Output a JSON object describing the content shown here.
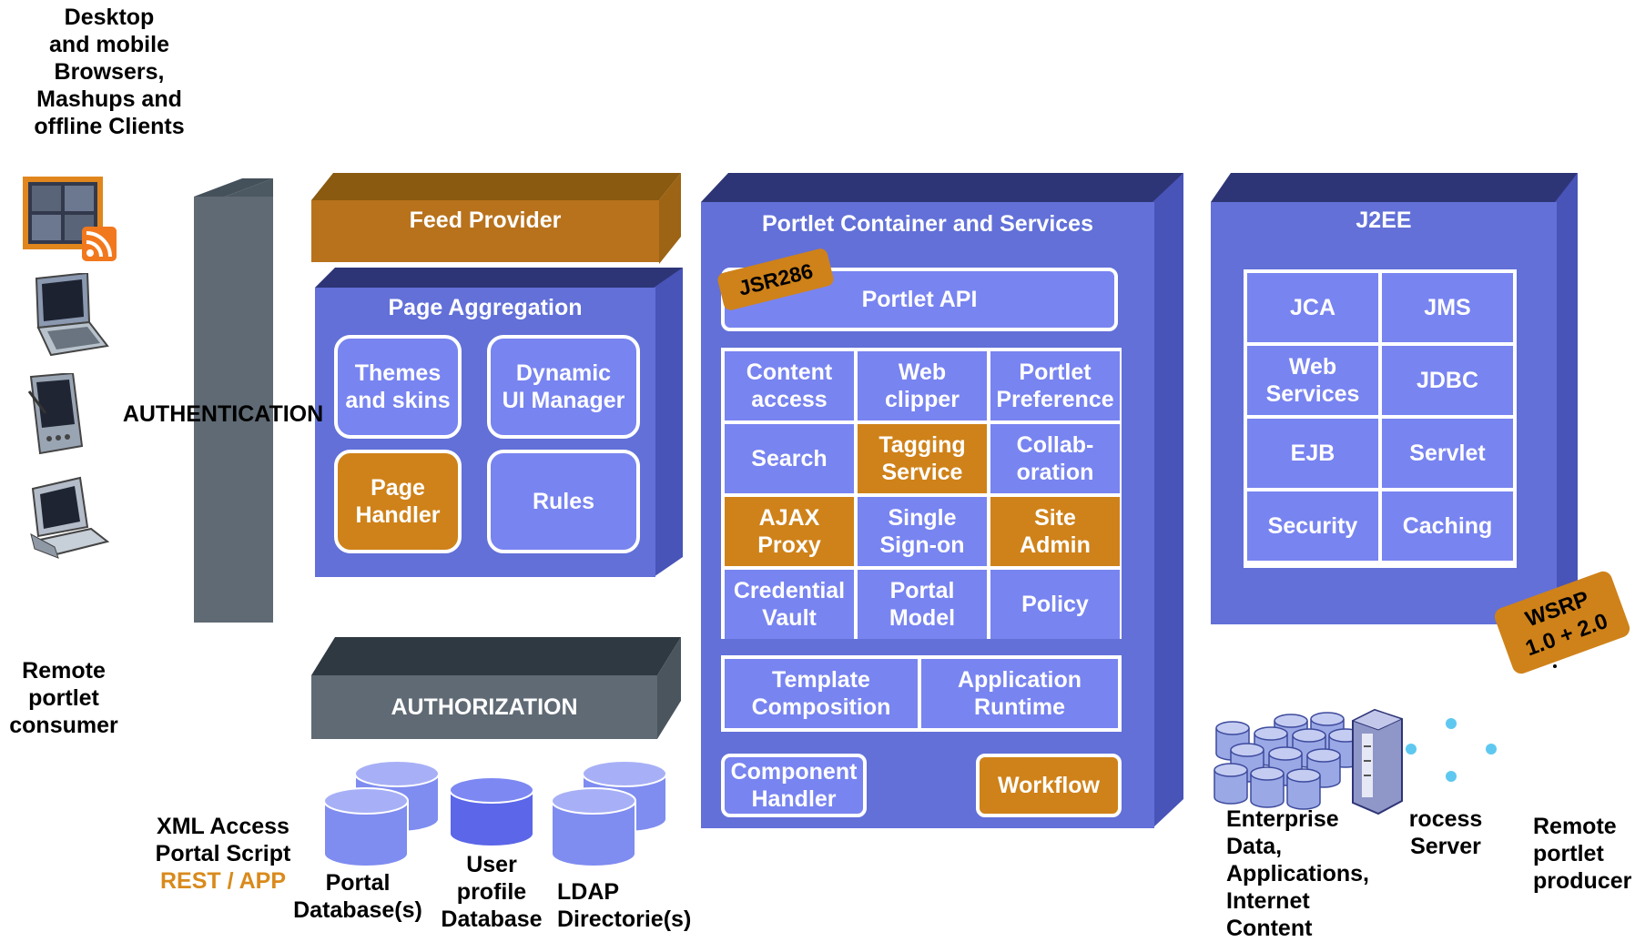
{
  "clients": {
    "title": "Desktop\nand mobile\nBrowsers,\nMashups and\noffline Clients",
    "remote_consumer": "Remote\nportlet\nconsumer",
    "xml_access": "XML Access\nPortal Script",
    "rest_app": "REST / APP"
  },
  "authentication": "AUTHENTICATION",
  "feed_provider": "Feed Provider",
  "page_aggregation": {
    "title": "Page Aggregation",
    "themes": "Themes\nand skins",
    "dynamic_ui": "Dynamic\nUI Manager",
    "page_handler": "Page\nHandler",
    "rules": "Rules"
  },
  "authorization": "AUTHORIZATION",
  "databases": {
    "portal": "Portal\nDatabase(s)",
    "user_profile": "User\nprofile\nDatabase",
    "ldap": "LDAP\nDirectorie(s)"
  },
  "portlet_container": {
    "title": "Portlet Container and Services",
    "jsr_badge": "JSR286",
    "portlet_api": "Portlet API",
    "services": [
      {
        "label": "Content\naccess",
        "highlight": false
      },
      {
        "label": "Web\nclipper",
        "highlight": false
      },
      {
        "label": "Portlet\nPreference",
        "highlight": false
      },
      {
        "label": "Search",
        "highlight": false
      },
      {
        "label": "Tagging\nService",
        "highlight": true
      },
      {
        "label": "Collab-\noration",
        "highlight": false
      },
      {
        "label": "AJAX\nProxy",
        "highlight": true
      },
      {
        "label": "Single\nSign-on",
        "highlight": false
      },
      {
        "label": "Site\nAdmin",
        "highlight": true
      },
      {
        "label": "Credential\nVault",
        "highlight": false
      },
      {
        "label": "Portal\nModel",
        "highlight": false
      },
      {
        "label": "Policy",
        "highlight": false
      }
    ],
    "template_composition": "Template\nComposition",
    "application_runtime": "Application\nRuntime",
    "component_handler": "Component\nHandler",
    "workflow": "Workflow"
  },
  "j2ee": {
    "title": "J2EE",
    "items": [
      "JCA",
      "JMS",
      "Web\nServices",
      "JDBC",
      "EJB",
      "Servlet",
      "Security",
      "Caching"
    ]
  },
  "wsrp_badge": "WSRP\n1.0 + 2.0",
  "backend": {
    "enterprise": "Enterprise\nData,\nApplications,\nInternet\nContent",
    "process_server": "rocess\nServer",
    "remote_producer": "Remote\nportlet\nproducer"
  },
  "colors": {
    "blue_panel": "#6270d8",
    "blue_cell": "#7884f0",
    "orange": "#cf8219",
    "gray": "#5f6a74"
  }
}
